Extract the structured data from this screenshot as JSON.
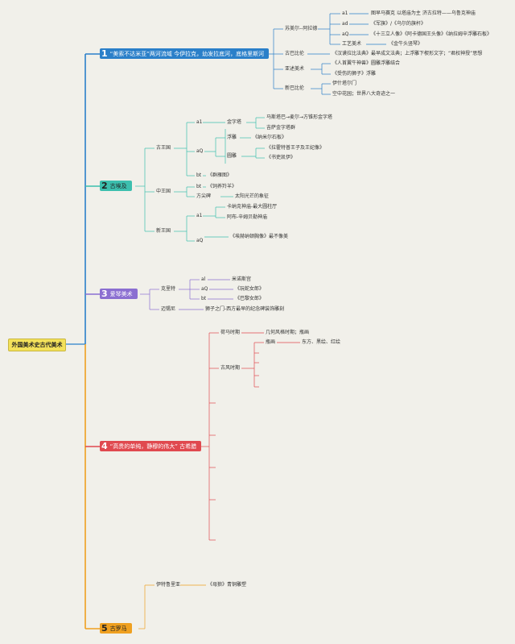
{
  "root": "外国美术史古代美术",
  "colors": {
    "b1": "#2a7fc9",
    "b2": "#3cbfae",
    "b3": "#8b6fd1",
    "b4": "#e0494f",
    "b5": "#efa020"
  },
  "branches": {
    "b1": {
      "num": "1",
      "label": "“美索不达米亚”两河流域 今伊拉克，幼发拉底河，底格里斯河"
    },
    "b2": {
      "num": "2",
      "label": "古埃及"
    },
    "b3": {
      "num": "3",
      "label": "爱琴美术"
    },
    "b4": {
      "num": "4",
      "label": "“高贵的单纯，静穆的伟大” 古希腊"
    },
    "b5": {
      "num": "5",
      "label": "古罗马"
    }
  },
  "b1": {
    "sumer": "苏美尔--阿拉德",
    "s_a1": "a1",
    "s_a1_t": "图早马赛克 以塔庙为主 济古拉特——乌鲁克神庙",
    "s_a2": "ad",
    "s_a2_t": "《军旗》/《乌尔的旗杆》",
    "s_a3": "aQ",
    "s_a3_t": "《十三立人像》《阿卡德国王头像》《纳拉姆辛浮雕石板》",
    "craft": "工艺美术",
    "craft_t": "《金牛头竖琴》",
    "babylon": "古巴比伦",
    "babylon_t": "《汉谟拉比法典》最早成文法典；上浮雕下楔形文字；“君权神授”思想",
    "assyria": "亚述美术",
    "assyria_t1": "《人首翼牛神兽》圆雕浮雕结合",
    "assyria_t2": "《受伤的狮子》浮雕",
    "newbab": "新巴比伦",
    "newbab_t1": "伊什塔尔门",
    "newbab_t2": "空中花园；世界八大奇迹之一"
  },
  "b2": {
    "old": "古王国",
    "o_a1": "a1",
    "pyr": "金字塔",
    "pyr_t1": "马斯塔巴→麦尔→方锥形金字塔",
    "pyr_t2": "吉萨金字塔群",
    "o_aq": "aQ",
    "relief": "浮雕",
    "relief_t": "《纳米尔石板》",
    "round": "圆雕",
    "round_t1": "《拉霍特普王子及王妃像》",
    "round_t2": "《书吏凯伊》",
    "o_bt": "bt",
    "o_bt_t": "《群雁图》",
    "middle": "中王国",
    "m_bt": "bt",
    "m_bt_t": "《饲养羚羊》",
    "obelisk": "方尖碑",
    "obelisk_t": "太阳光芒的象征",
    "new": "新王国",
    "n_a1": "a1",
    "n_a1_t1": "卡纳克神庙-最大圆柱厅",
    "n_a1_t2": "阿布-辛姆贝勒神庙",
    "n_aq": "aQ",
    "n_aq_t": "《埃赫纳顿胸像》最不像美"
  },
  "b3": {
    "crete": "克里特",
    "c_al": "al",
    "c_al_t": "米诺斯宫",
    "c_aq": "aQ",
    "c_aq_t": "《玩蛇女郎》",
    "c_bt": "bt",
    "c_bt_t": "《巴黎女郎》",
    "myc": "迈锡尼",
    "myc_t": "狮子之门-西方最早的纪念碑装饰雕刻"
  },
  "b4": {
    "homer": "荷马时期",
    "homer_t": "几何风格时期；瓶画",
    "archaic": "古风时期",
    "vase": "瓶画",
    "vase_t": "东方、黑绘、红绘"
  },
  "b5": {
    "etr": "伊特鲁里亚",
    "etr_t": "《母狼》青铜雕塑"
  }
}
